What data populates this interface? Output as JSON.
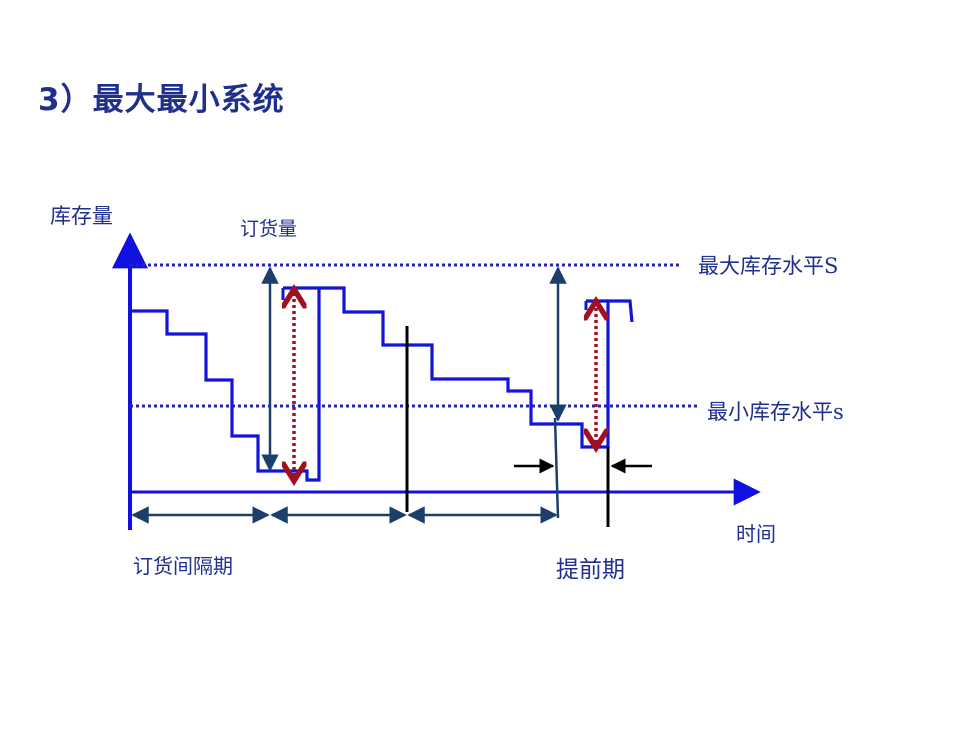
{
  "title": "3）最大最小系统",
  "labels": {
    "y_axis": "库存量",
    "x_axis": "时间",
    "order_quantity": "订货量",
    "max_level": "最大库存水平S",
    "min_level": "最小库存水平s",
    "review_interval": "订货间隔期",
    "lead_time": "提前期"
  },
  "colors": {
    "title": "#1f2f8c",
    "axis": "#1010e0",
    "inventory_line": "#1414d8",
    "reference_line": "#2323c0",
    "dimension_arrow": "#1b3f6a",
    "order_arrow": "#a01020",
    "marker": "#000000"
  }
}
